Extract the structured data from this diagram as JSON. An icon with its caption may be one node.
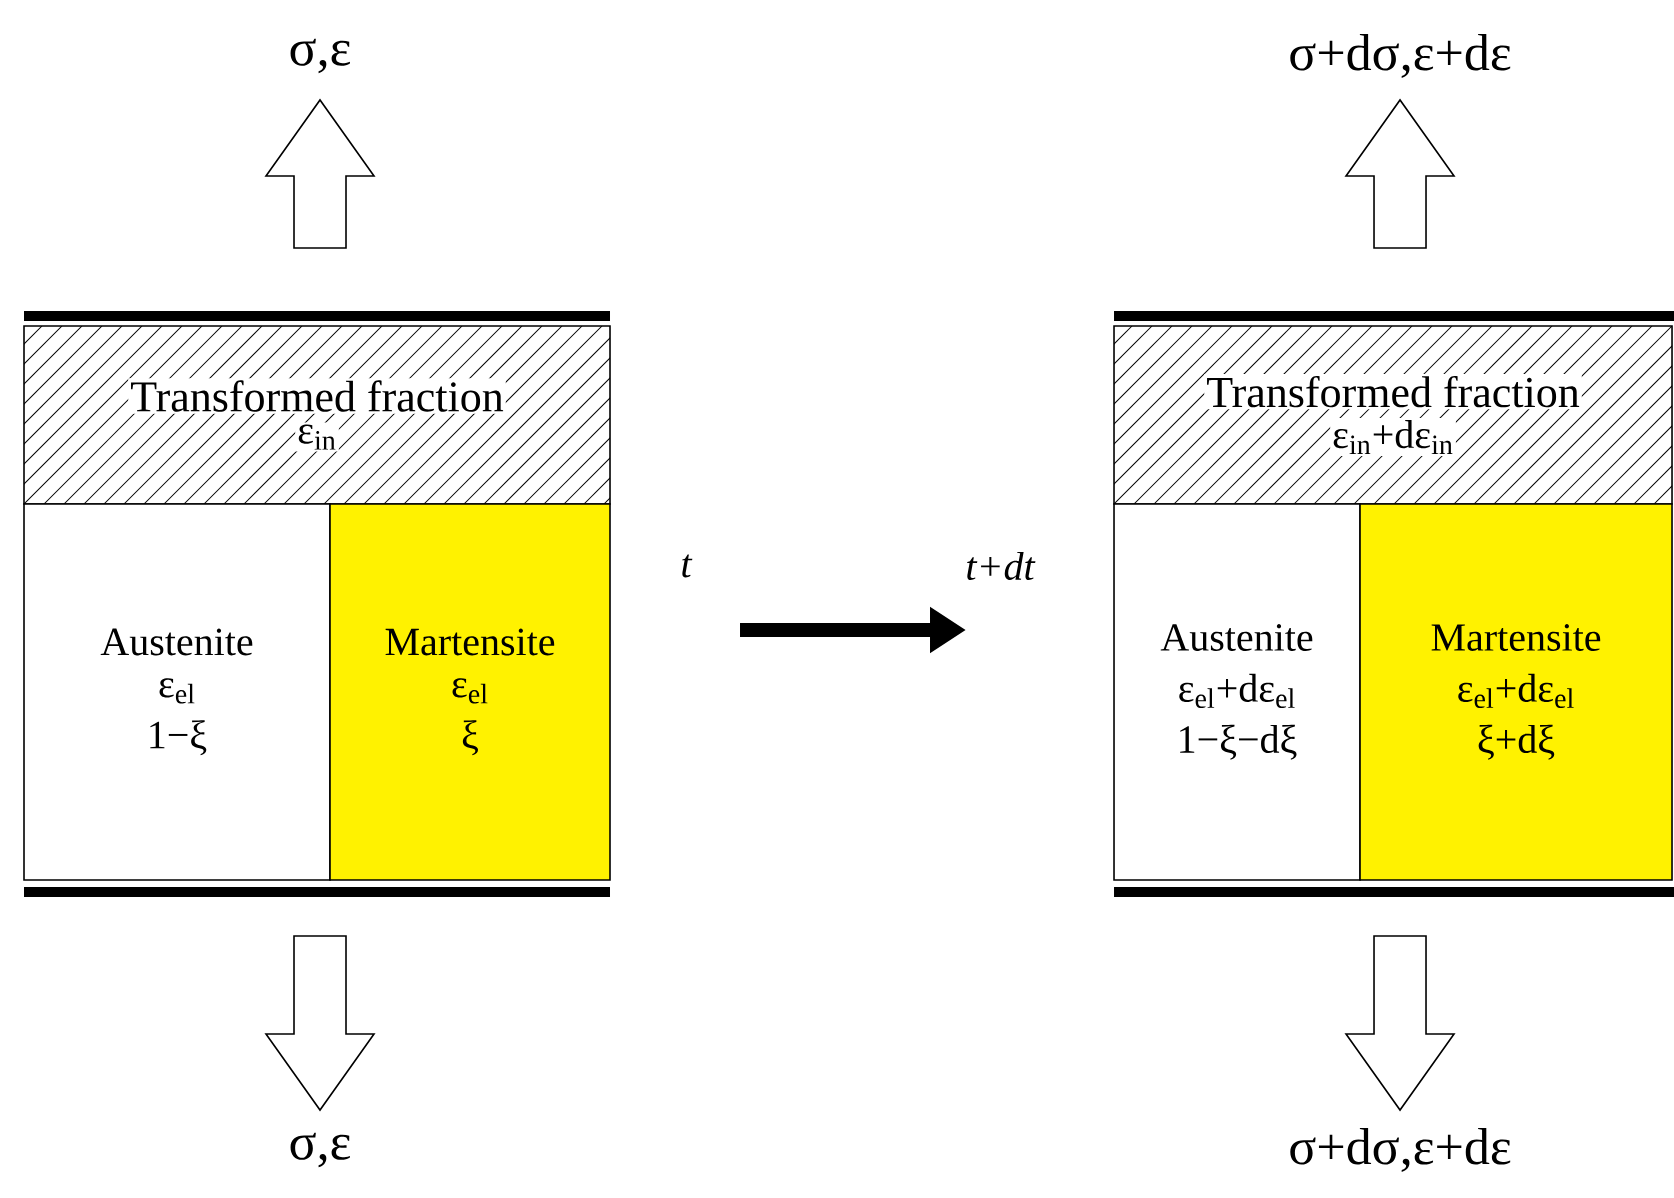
{
  "diagram": {
    "nodes": [
      {
        "text": [
          "Transformed fraction",
          "ε$_{in}$"
        ]
      },
      {
        "text": [
          "Austenite",
          "ε$_{el}$",
          "1−ξ"
        ]
      },
      {
        "text": [
          "Martensite",
          "ε$_{el}$",
          "ξ"
        ]
      },
      {
        "text": [
          "Transformed fraction",
          "ε$_{in}$+dε$_{in}$"
        ]
      },
      {
        "text": [
          "Austenite",
          "ε$_{el}$+dε$_{el}$",
          "1−ξ−dξ"
        ]
      },
      {
        "text": [
          "Martensite",
          "ε$_{el}$+dε$_{el}$",
          "ξ+dξ"
        ]
      }
    ],
    "labels": [
      "σ,ε",
      "σ+dσ,ε+dε",
      "t",
      "t+dt",
      "σ,ε",
      "σ+dσ,ε+dε"
    ]
  }
}
